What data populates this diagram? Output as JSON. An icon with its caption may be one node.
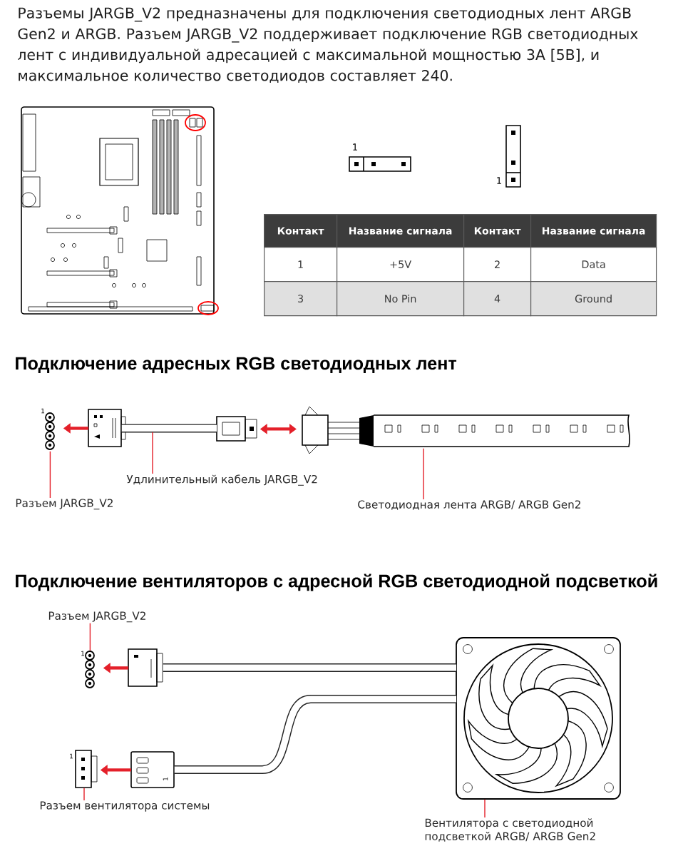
{
  "diagram": {
    "nodes": [
      {
        "text": [
          "Разъем JARGB_V2"
        ]
      },
      {
        "text": [],
        "shape": "picture",
        "beside": [
          "1"
        ]
      },
      {
        "text": [],
        "shape": "picture"
      },
      {
        "text": [],
        "shape": "picture"
      },
      {
        "text": [
          "Удлинительный кабель JARGB_V2"
        ]
      },
      {
        "text": [],
        "shape": "picture"
      },
      {
        "text": [
          "Светодиодная лента ARGB/ ARGB Gen2"
        ]
      },
      {
        "text": [
          "Разъем JARGB_V2"
        ]
      },
      {
        "text": [],
        "shape": "picture",
        "beside": [
          "1"
        ]
      },
      {
        "text": [],
        "shape": "picture"
      },
      {
        "text": [],
        "shape": "picture",
        "beside": [
          "1"
        ]
      },
      {
        "text": [
          "1"
        ]
      },
      {
        "text": [
          "Разъем вентилятора системы"
        ]
      },
      {
        "text": [],
        "shape": "picture"
      },
      {
        "text": [
          "Вентилятора с светодиодной подсветкой ARGB/ ARGB Gen2"
        ]
      }
    ],
    "edges": [
      {
        "from": 2,
        "to": 1,
        "arrow": "to"
      },
      {
        "from": 2,
        "to": 3,
        "arrow": "none",
        "style": "thick",
        "color": "#222222"
      },
      {
        "from": 3,
        "to": 5,
        "arrow": "both"
      },
      {
        "from": 0,
        "to": 1,
        "arrow": "none"
      },
      {
        "from": 4,
        "to": null,
        "arrow": "none"
      },
      {
        "from": 6,
        "to": 5,
        "arrow": "none"
      },
      {
        "from": 7,
        "to": 8,
        "arrow": "none"
      },
      {
        "from": 9,
        "to": 8,
        "arrow": "to"
      },
      {
        "from": 13,
        "to": 9,
        "arrow": "none",
        "style": "thick",
        "color": "#222222"
      },
      {
        "from": 11,
        "to": 10,
        "arrow": "to"
      },
      {
        "from": 13,
        "to": 11,
        "arrow": "none",
        "style": "thick",
        "color": "#222222"
      },
      {
        "from": 12,
        "to": 10,
        "arrow": "none"
      },
      {
        "from": 14,
        "to": 13,
        "arrow": "none"
      }
    ],
    "labels": [
      "Разъемы JARGB_V2 предназначены для подключения светодиодных лент ARGB Gen2 и ARGB. Разъем JARGB_V2 поддерживает подключение RGB светодиодных лент с индивидуальной адресацией с максимальной мощностью 3А [5В], и максимальное количество светодиодов составляет 240.",
      "1",
      "1",
      "Контакт",
      "Название сигнала",
      "Контакт",
      "Название сигнала",
      "1",
      "+5V",
      "2",
      "Data",
      "3",
      "No Pin",
      "4",
      "Ground",
      "Подключение адресных RGB светодиодных лент",
      "Подключение вентиляторов с адресной RGB светодиодной подсветкой"
    ]
  }
}
